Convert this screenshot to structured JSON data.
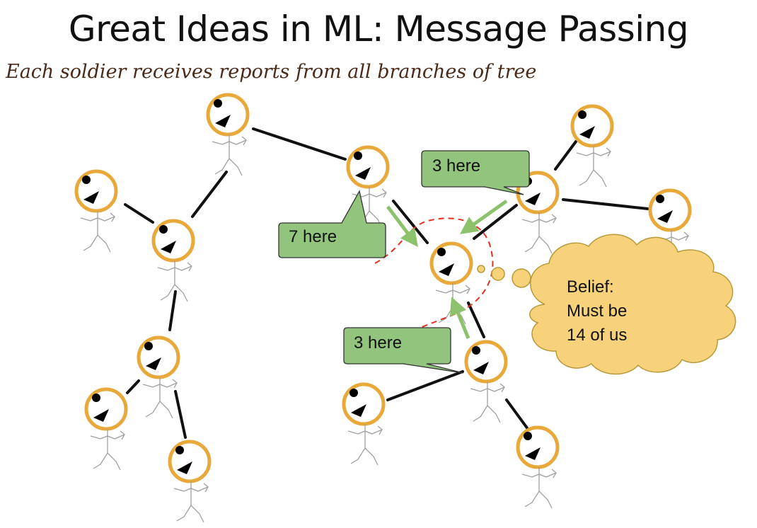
{
  "slide": {
    "title": "Great Ideas in ML: Message Passing",
    "subtitle": "Each soldier receives reports from all branches of  tree"
  },
  "messages": {
    "left": "7 here",
    "top_right": "3 here",
    "bottom": "3 here"
  },
  "belief": {
    "line1": "Belief:",
    "line2": "Must be",
    "line3": "14 of us"
  },
  "colors": {
    "head_ring": "#e8a93a",
    "message_fill": "#92c47d",
    "thought_fill": "#f7d27a",
    "arrow": "#8cc26b",
    "boundary": "#e0321f"
  }
}
